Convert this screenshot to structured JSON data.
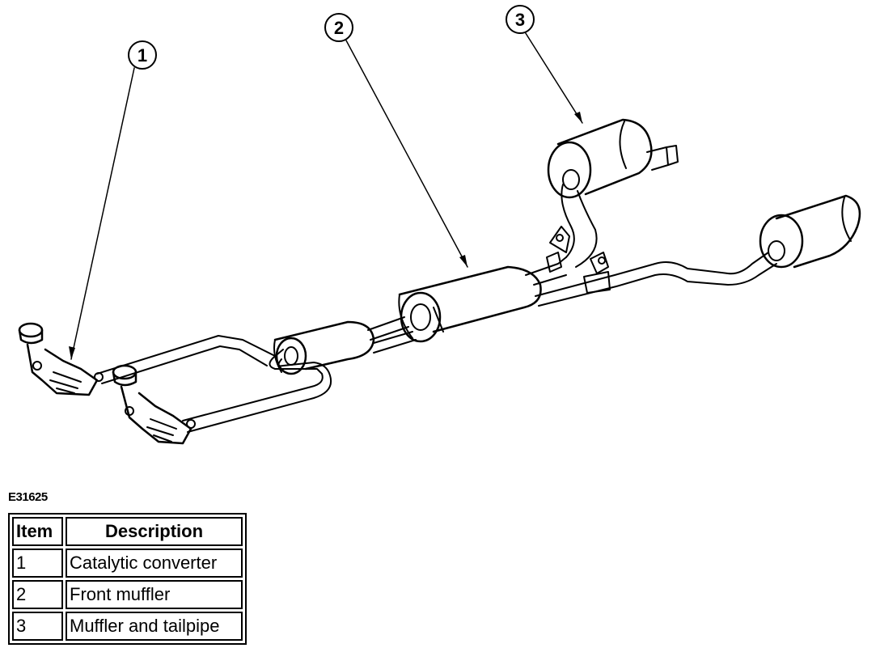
{
  "callouts": [
    "1",
    "2",
    "3"
  ],
  "figure_id": "E31625",
  "legend": {
    "headers": {
      "item": "Item",
      "description": "Description"
    },
    "rows": [
      {
        "item": "1",
        "description": "Catalytic converter"
      },
      {
        "item": "2",
        "description": "Front muffler"
      },
      {
        "item": "3",
        "description": "Muffler and tailpipe"
      }
    ]
  }
}
